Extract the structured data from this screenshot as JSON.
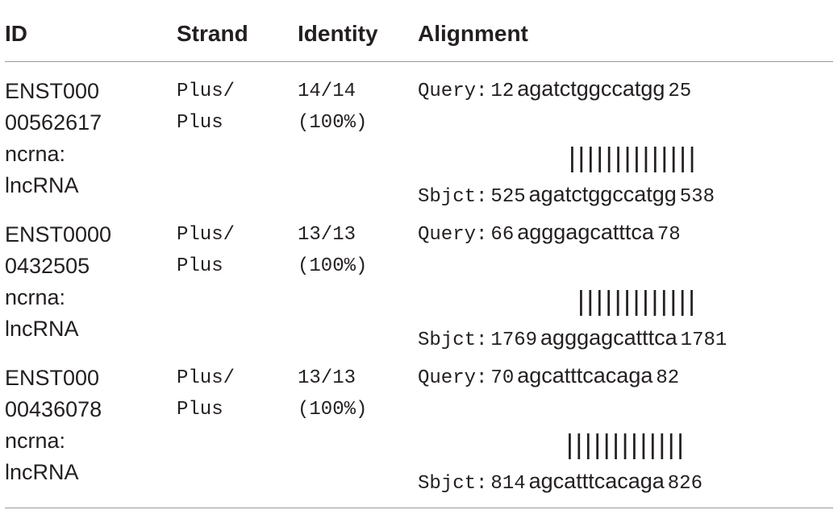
{
  "header": {
    "id": "ID",
    "strand": "Strand",
    "identity": "Identity",
    "alignment": "Alignment"
  },
  "rows": [
    {
      "id_lines": [
        "ENST000",
        "00562617",
        "ncrna:",
        "lncRNA"
      ],
      "strand_lines": [
        "Plus/",
        "Plus"
      ],
      "identity_lines": [
        "14/14",
        "(100%)"
      ],
      "query_label": "Query:",
      "query_start": "12",
      "query_seq": "agatctggccatgg",
      "query_end": "25",
      "match_bars": "||||||||||||||",
      "sbjct_label": "Sbjct:",
      "sbjct_start": "525",
      "sbjct_seq": "agatctggccatgg",
      "sbjct_end": "538"
    },
    {
      "id_lines": [
        "ENST0000",
        "0432505",
        "ncrna:",
        "lncRNA"
      ],
      "strand_lines": [
        "Plus/",
        "Plus"
      ],
      "identity_lines": [
        "13/13",
        "(100%)"
      ],
      "query_label": "Query:",
      "query_start": "66",
      "query_seq": "agggagcatttca",
      "query_end": "78",
      "match_bars": "|||||||||||||",
      "sbjct_label": "Sbjct:",
      "sbjct_start": "1769",
      "sbjct_seq": "agggagcatttca",
      "sbjct_end": "1781"
    },
    {
      "id_lines": [
        "ENST000",
        "00436078",
        "ncrna:",
        "lncRNA"
      ],
      "strand_lines": [
        "Plus/",
        "Plus"
      ],
      "identity_lines": [
        "13/13",
        "(100%)"
      ],
      "query_label": "Query:",
      "query_start": "70",
      "query_seq": "agcatttcacaga",
      "query_end": "82",
      "match_bars": "|||||||||||||",
      "sbjct_label": "Sbjct:",
      "sbjct_start": "814",
      "sbjct_seq": "agcatttcacaga",
      "sbjct_end": "826"
    }
  ]
}
